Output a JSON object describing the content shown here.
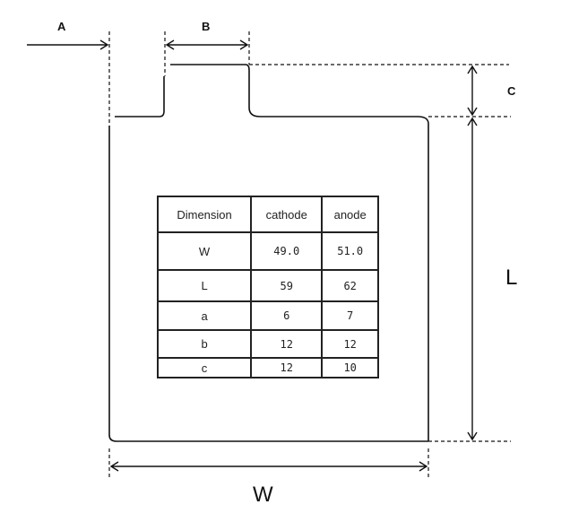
{
  "labels": {
    "A": "A",
    "B": "B",
    "C": "C",
    "L": "L",
    "W": "W"
  },
  "table": {
    "headers": [
      "Dimension",
      "cathode",
      "anode"
    ],
    "rows": [
      [
        "W",
        "49.0",
        "51.0"
      ],
      [
        "L",
        "59",
        "62"
      ],
      [
        "a",
        "6",
        "7"
      ],
      [
        "b",
        "12",
        "12"
      ],
      [
        "c",
        "12",
        "10"
      ]
    ]
  }
}
